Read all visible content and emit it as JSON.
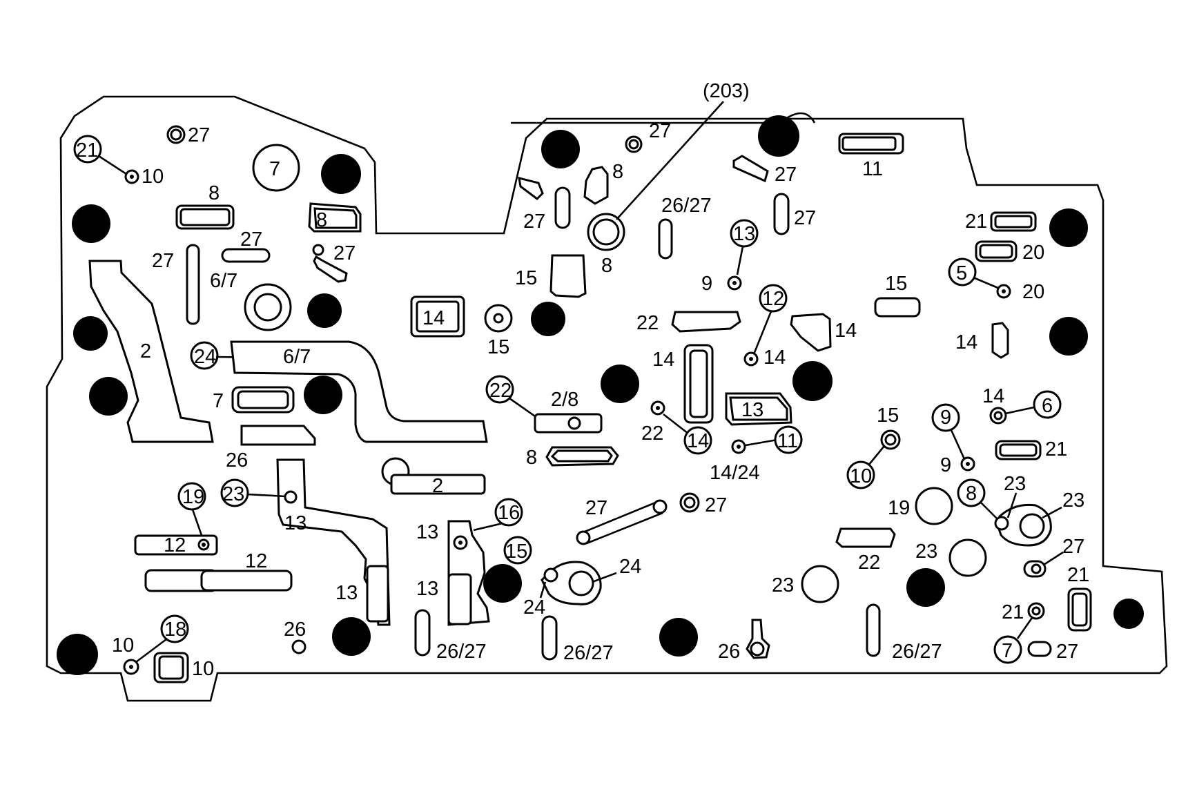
{
  "reference": "(203)",
  "labels": {
    "l01": "27",
    "l02": "21",
    "l03": "10",
    "l04": "7",
    "l05": "8",
    "l06": "27",
    "l07": "27",
    "l08": "8",
    "l09": "27",
    "l10": "6/7",
    "l11": "2",
    "l12": "24",
    "l13": "6/7",
    "l14": "7",
    "l15": "26",
    "l16": "19",
    "l17": "12",
    "l18": "23",
    "l19": "13",
    "l20": "12",
    "l21": "13",
    "l22": "18",
    "l23": "10",
    "l24": "10",
    "l25": "26",
    "l26": "27",
    "l27": "8",
    "l28": "27",
    "l29": "8",
    "l30": "15",
    "l31": "14",
    "l32": "15",
    "l33": "26/27",
    "l34": "27",
    "l35": "27",
    "l36": "11",
    "l37": "13",
    "l38": "9",
    "l39": "12",
    "l40": "14",
    "l41": "22",
    "l42": "14",
    "l43": "14",
    "l44": "13",
    "l45": "22",
    "l46": "14",
    "l47": "22",
    "l48": "2/8",
    "l49": "8",
    "l50": "11",
    "l51": "14/24",
    "l52": "2",
    "l53": "27",
    "l54": "27",
    "l55": "13",
    "l56": "16",
    "l57": "15",
    "l58": "24",
    "l59": "24",
    "l60": "13",
    "l61": "26/27",
    "l62": "26/27",
    "l63": "26",
    "l64": "21",
    "l65": "20",
    "l66": "5",
    "l67": "20",
    "l68": "15",
    "l69": "14",
    "l70": "14",
    "l71": "6",
    "l72": "15",
    "l73": "9",
    "l74": "21",
    "l75": "10",
    "l76": "9",
    "l77": "8",
    "l78": "23",
    "l79": "23",
    "l80": "19",
    "l81": "27",
    "l82": "22",
    "l83": "23",
    "l84": "23",
    "l85": "21",
    "l86": "21",
    "l87": "26/27",
    "l88": "7",
    "l89": "27"
  },
  "colors": {
    "ink": "#000000",
    "paper": "#ffffff"
  }
}
